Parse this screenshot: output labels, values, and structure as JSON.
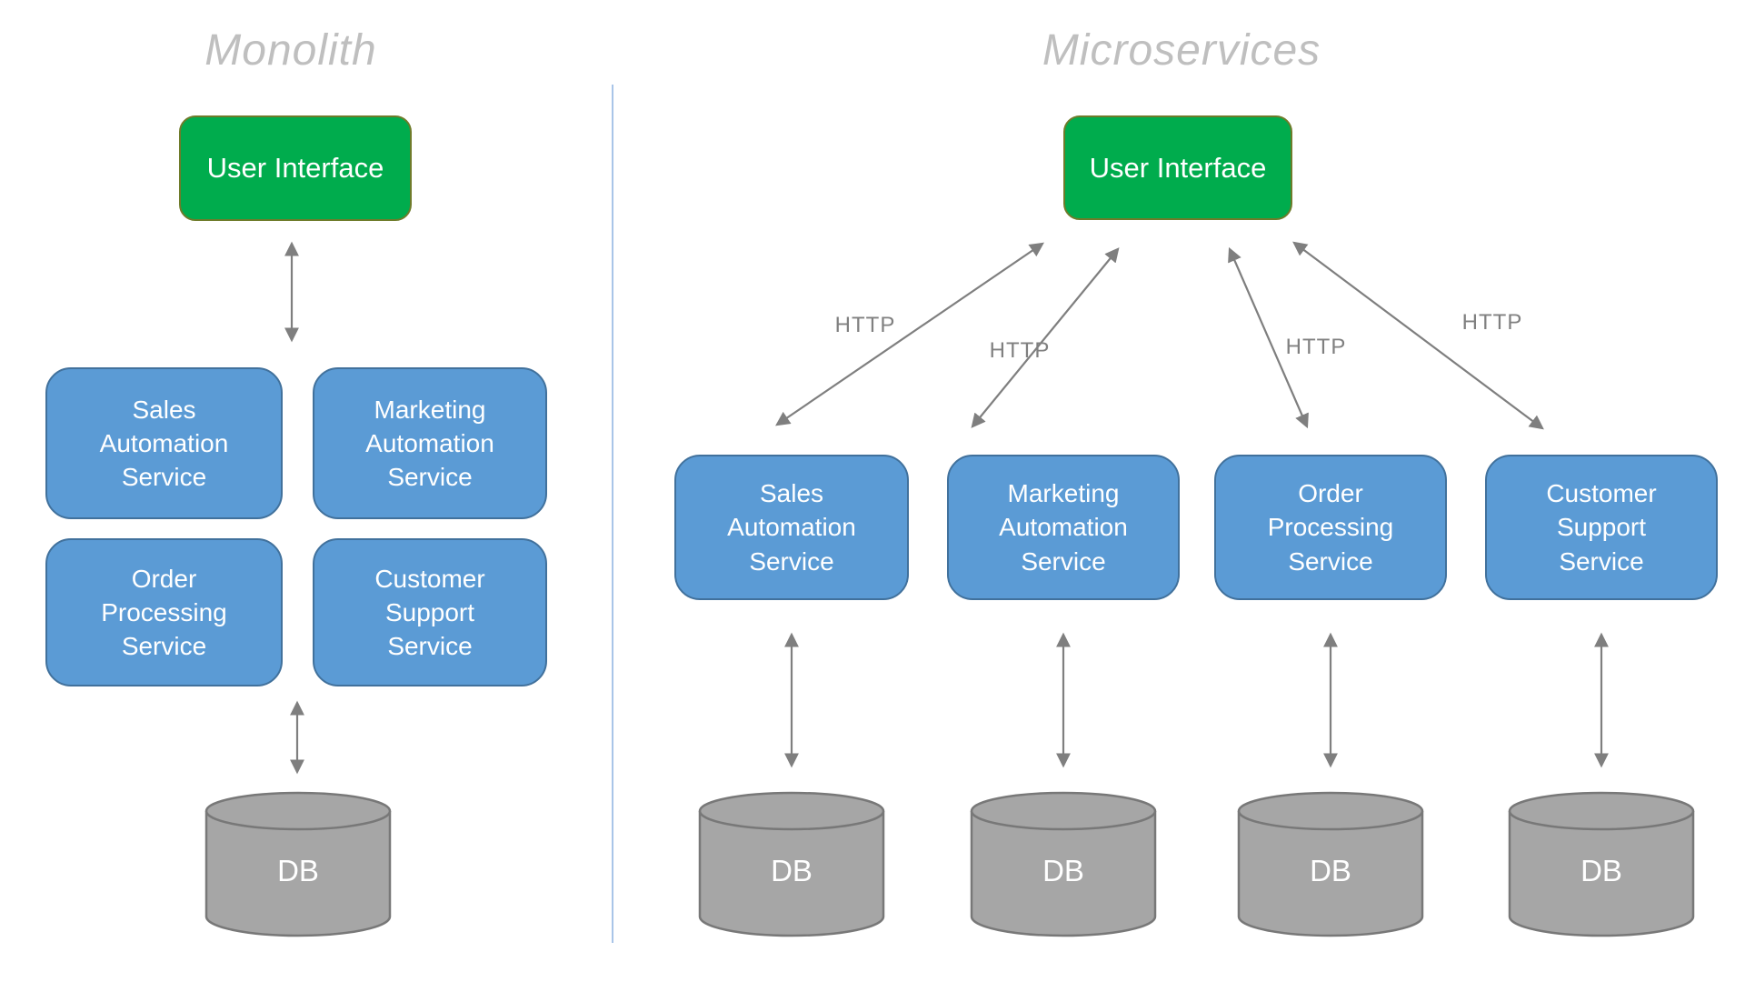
{
  "colors": {
    "green": "#00AC4D",
    "green_border": "#6E7B2A",
    "blue": "#5B9BD5",
    "blue_border": "#41719C",
    "gray": "#A6A6A6",
    "gray_border": "#787878",
    "arrow": "#7F7F7F",
    "title": "#BFBFBF",
    "http": "#808080",
    "divider": "#A9C5E8",
    "service_text": "#FFFFFF"
  },
  "monolith": {
    "title": "Monolith",
    "ui_label": "User Interface",
    "services": [
      {
        "lines": [
          "Sales",
          "Automation",
          "Service"
        ]
      },
      {
        "lines": [
          "Marketing",
          "Automation",
          "Service"
        ]
      },
      {
        "lines": [
          "Order",
          "Processing",
          "Service"
        ]
      },
      {
        "lines": [
          "Customer",
          "Support",
          "Service"
        ]
      }
    ],
    "db_label": "DB"
  },
  "microservices": {
    "title": "Microservices",
    "ui_label": "User Interface",
    "http_labels": [
      "HTTP",
      "HTTP",
      "HTTP",
      "HTTP"
    ],
    "services": [
      {
        "lines": [
          "Sales",
          "Automation",
          "Service"
        ]
      },
      {
        "lines": [
          "Marketing",
          "Automation",
          "Service"
        ]
      },
      {
        "lines": [
          "Order",
          "Processing",
          "Service"
        ]
      },
      {
        "lines": [
          "Customer",
          "Support",
          "Service"
        ]
      }
    ],
    "db_labels": [
      "DB",
      "DB",
      "DB",
      "DB"
    ]
  }
}
